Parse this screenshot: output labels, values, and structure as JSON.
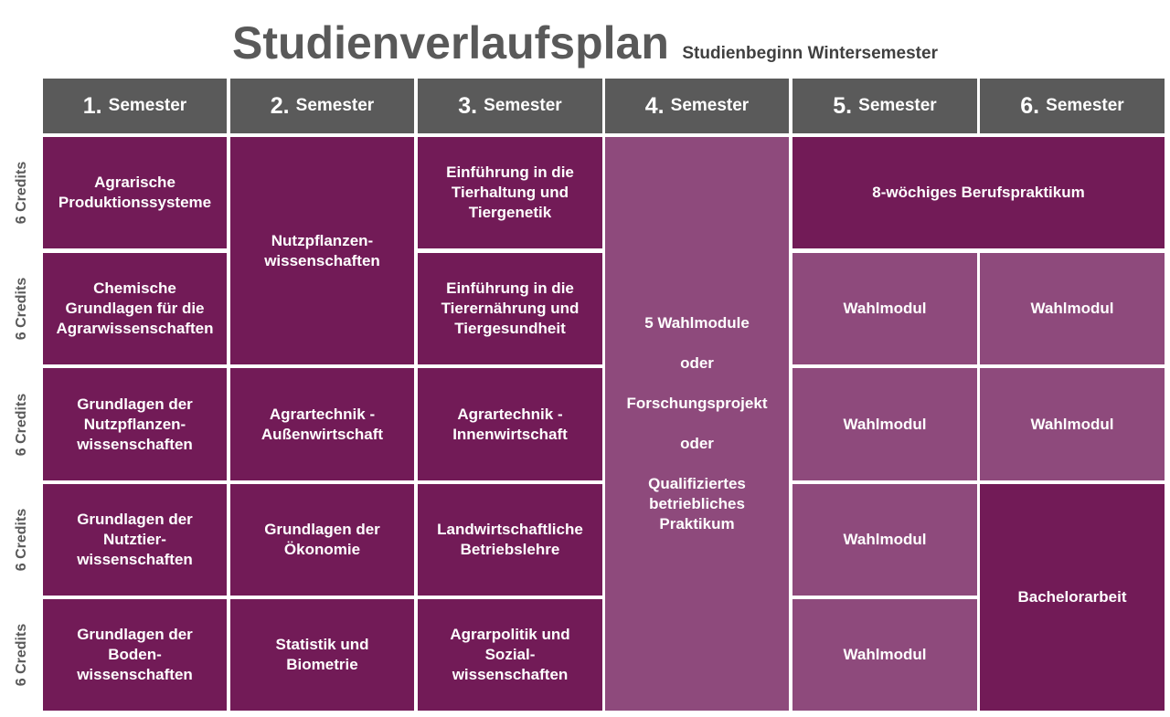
{
  "title": "Studienverlaufsplan",
  "subtitle": "Studienbeginn Wintersemester",
  "semesters": [
    {
      "num": "1.",
      "label": "Semester"
    },
    {
      "num": "2.",
      "label": "Semester"
    },
    {
      "num": "3.",
      "label": "Semester"
    },
    {
      "num": "4.",
      "label": "Semester"
    },
    {
      "num": "5.",
      "label": "Semester"
    },
    {
      "num": "6.",
      "label": "Semester"
    }
  ],
  "credits": [
    "6 Credits",
    "6 Credits",
    "6 Credits",
    "6 Credits",
    "6 Credits"
  ],
  "modules": {
    "s1": [
      "Agrarische\nProduktionssysteme",
      "Chemische\nGrundlagen für die\nAgrarwissenschaften",
      "Grundlagen der\nNutzpflanzen-\nwissenschaften",
      "Grundlagen der\nNutztier-\nwissenschaften",
      "Grundlagen der\nBoden-\nwissenschaften"
    ],
    "s2": [
      "Nutzpflanzen-\nwissenschaften",
      "Agrartechnik -\nAußenwirtschaft",
      "Grundlagen der\nÖkonomie",
      "Statistik und\nBiometrie"
    ],
    "s3": [
      "Einführung in die\nTierhaltung und\nTiergenetik",
      "Einführung in die\nTierernährung und\nTiergesundheit",
      "Agrartechnik -\nInnenwirtschaft",
      "Landwirtschaftliche\nBetriebslehre",
      "Agrarpolitik und\nSozial-\nwissenschaften"
    ],
    "s4": "5 Wahlmodule\n\noder\n\nForschungsprojekt\n\noder\n\nQualifiziertes\nbetriebliches\nPraktikum",
    "s5": [
      "Wahlmodul",
      "Wahlmodul",
      "Wahlmodul",
      "Wahlmodul"
    ],
    "s6": [
      "Wahlmodul",
      "Wahlmodul"
    ],
    "praktikum": "8-wöchiges Berufspraktikum",
    "bachelorarbeit": "Bachelorarbeit"
  },
  "colors": {
    "header": "#5a5a5a",
    "module_dark": "#721b57",
    "module_light": "#8e4a7c"
  }
}
